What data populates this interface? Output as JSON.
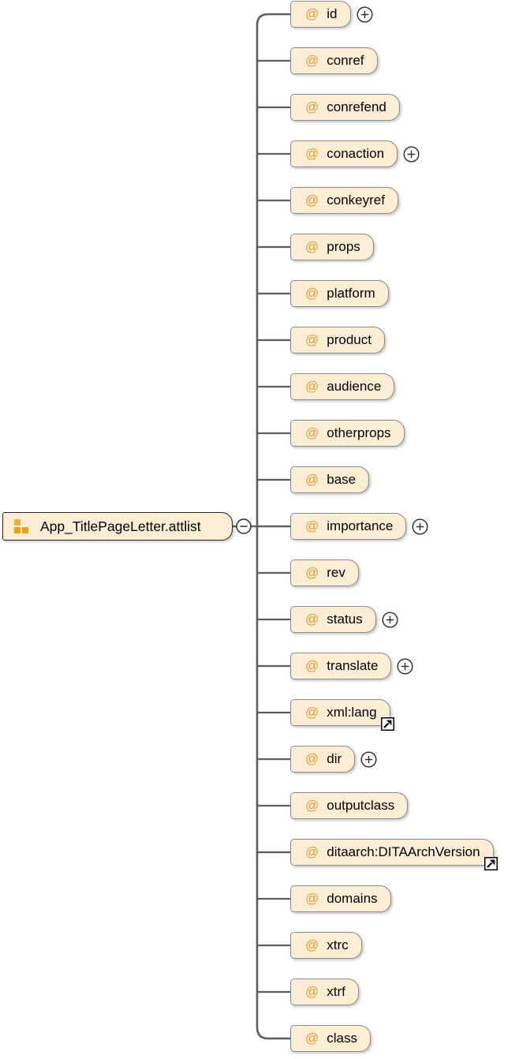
{
  "root_node": {
    "label": "App_TitlePageLetter.attlist"
  },
  "attributes": [
    {
      "label": "id",
      "badge": "expand"
    },
    {
      "label": "conref",
      "badge": "none"
    },
    {
      "label": "conrefend",
      "badge": "none"
    },
    {
      "label": "conaction",
      "badge": "expand"
    },
    {
      "label": "conkeyref",
      "badge": "none"
    },
    {
      "label": "props",
      "badge": "none"
    },
    {
      "label": "platform",
      "badge": "none"
    },
    {
      "label": "product",
      "badge": "none"
    },
    {
      "label": "audience",
      "badge": "none"
    },
    {
      "label": "otherprops",
      "badge": "none"
    },
    {
      "label": "base",
      "badge": "none"
    },
    {
      "label": "importance",
      "badge": "expand"
    },
    {
      "label": "rev",
      "badge": "none"
    },
    {
      "label": "status",
      "badge": "expand"
    },
    {
      "label": "translate",
      "badge": "expand"
    },
    {
      "label": "xml:lang",
      "badge": "reference"
    },
    {
      "label": "dir",
      "badge": "expand"
    },
    {
      "label": "outputclass",
      "badge": "none"
    },
    {
      "label": "ditaarch:DITAArchVersion",
      "badge": "reference"
    },
    {
      "label": "domains",
      "badge": "none"
    },
    {
      "label": "xtrc",
      "badge": "none"
    },
    {
      "label": "xtrf",
      "badge": "none"
    },
    {
      "label": "class",
      "badge": "none"
    }
  ],
  "symbols": {
    "attribute_marker": "@",
    "collapse_icon": "minus-circle-icon",
    "expand_icon": "plus-circle-icon",
    "reference_icon": "arrow-up-right-icon",
    "root_icon": "attribute-group-icon"
  },
  "colors": {
    "node_fill": "#FCEED4",
    "node_border": "#8A8A8A",
    "root_border": "#262626",
    "accent_orange": "#E89A33",
    "icon_orange": "#EE9D1F",
    "icon_orange_light": "#F4AC3C",
    "connector_gray": "#5E5E5E",
    "text": "#000000",
    "background": "#FFFFFF"
  }
}
